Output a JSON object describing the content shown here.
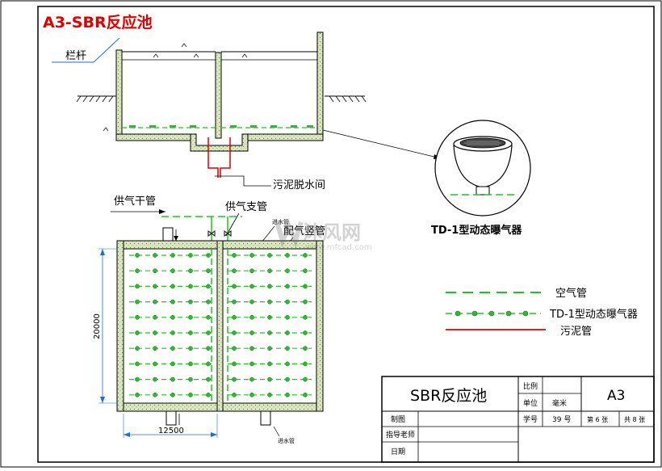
{
  "drawing": {
    "title": "A3-SBR反应池",
    "labels": {
      "railing": "栏杆",
      "sludge_room": "污泥脱水间",
      "main_air_pipe": "供气干管",
      "branch_air_pipe": "供气支管",
      "riser": "配气竖管",
      "inlet_top": "进水管",
      "inlet_bottom": "进水管",
      "aerator_name": "TD-1型动态曝气器"
    },
    "dimensions": {
      "height": "20000",
      "width": "12500"
    },
    "legend": {
      "air_pipe": "空气管",
      "aerator": "TD-1型动态曝气器",
      "sludge_pipe": "污泥管"
    },
    "watermark": {
      "text": "沐风网",
      "url": "www.mfcad.com"
    },
    "colors": {
      "air": "#21c321",
      "sludge": "#e00000",
      "title": "#e00000",
      "concrete": "#dce8c0",
      "railing_label": "#1a6fd0"
    }
  },
  "title_block": {
    "name": "SBR反应池",
    "scale_label": "比例",
    "unit_label": "单位",
    "unit_value": "毫米",
    "sheet_size": "A3",
    "student_no_label": "学号",
    "student_no_value": "39 号",
    "sheet_index": "第 6 张",
    "sheet_total": "共 8 张",
    "drawn_by": "制图",
    "advisor": "指导老师",
    "date": "日期"
  }
}
